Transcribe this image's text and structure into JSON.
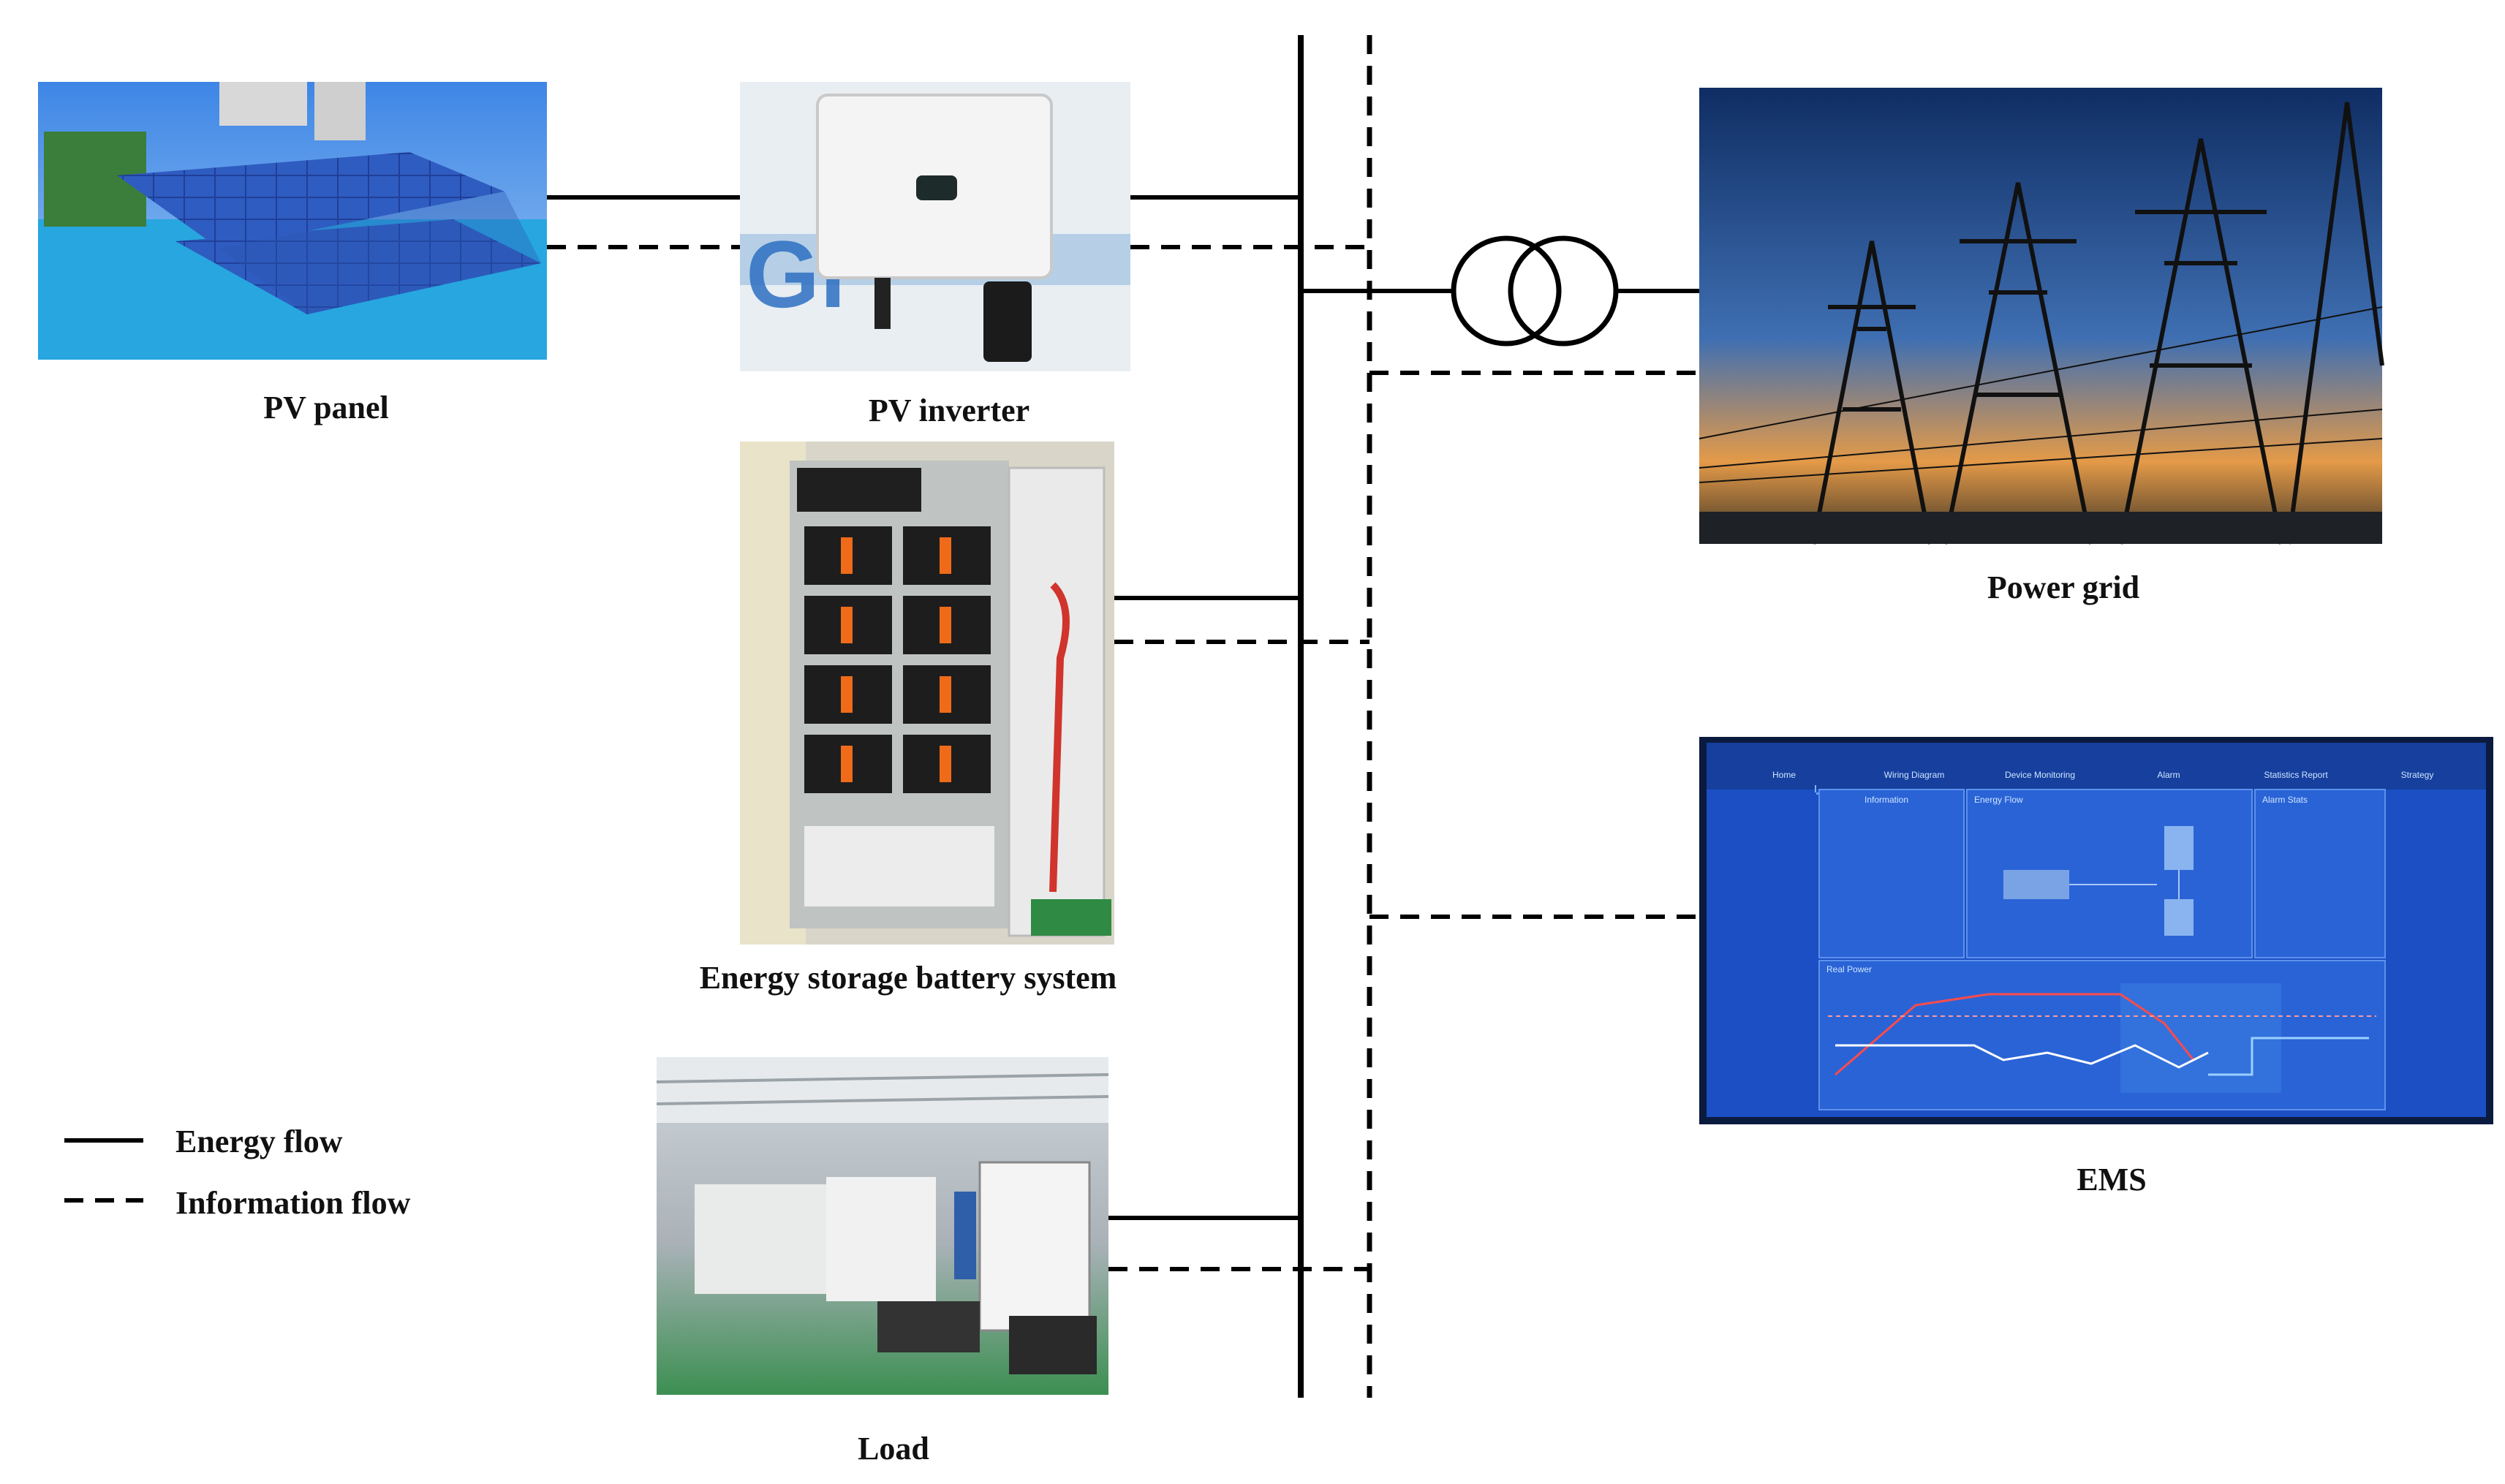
{
  "labels": {
    "pv_panel": "PV panel",
    "pv_inverter": "PV inverter",
    "battery": "Energy storage battery system",
    "load": "Load",
    "power_grid": "Power grid",
    "ems": "EMS"
  },
  "legend": {
    "energy": "Energy flow",
    "info": "Information flow"
  },
  "ems_screen": {
    "nav": [
      "Home",
      "Wiring Diagram",
      "Device Monitoring",
      "Alarm",
      "Statistics Report",
      "Strategy"
    ],
    "panels": [
      "Information",
      "Energy Flow",
      "Alarm Stats",
      "Real Power"
    ]
  },
  "colors": {
    "line": "#000000",
    "ems_bg": "#1c4fc4",
    "sky_top": "#163a72",
    "sky_bottom": "#e08a3a",
    "solar_blue": "#2b58b8"
  }
}
